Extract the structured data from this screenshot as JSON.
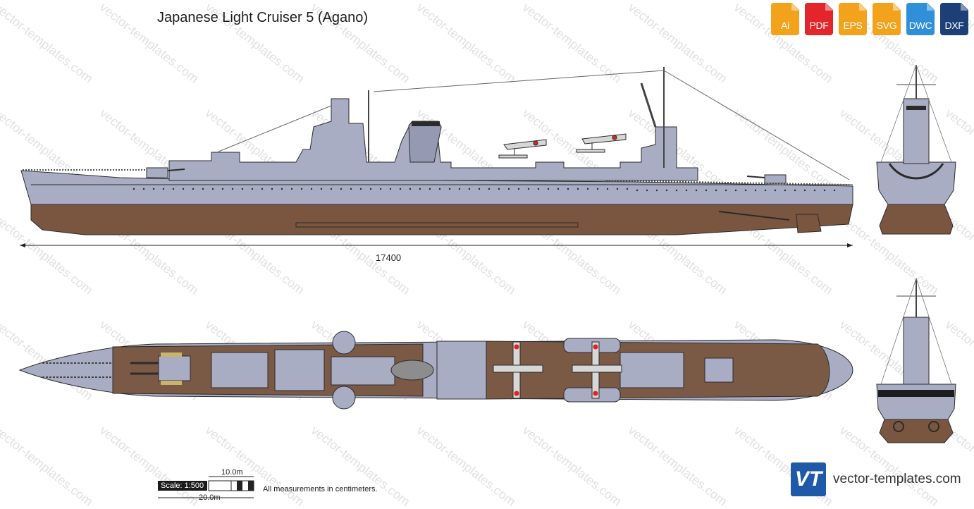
{
  "title": "Japanese Light Cruiser 5 (Agano)",
  "formats": [
    {
      "label": "Ai",
      "color": "#f2a21b",
      "icon": "ai-file-icon"
    },
    {
      "label": "PDF",
      "color": "#e4252b",
      "icon": "pdf-file-icon"
    },
    {
      "label": "EPS",
      "color": "#f2a21b",
      "icon": "eps-file-icon"
    },
    {
      "label": "SVG",
      "color": "#f2a21b",
      "icon": "svg-file-icon"
    },
    {
      "label": "DWC",
      "color": "#2f8fd8",
      "icon": "dwc-file-icon"
    },
    {
      "label": "DXF",
      "color": "#1c3f78",
      "icon": "dxf-file-icon"
    }
  ],
  "dimension": "17400",
  "scale": {
    "label": "Scale: 1:500",
    "top": "10.0m",
    "bottom": "20.0m"
  },
  "note": "All measurements in centimeters.",
  "brand": {
    "logo": "VT",
    "text": "vector-templates.com"
  },
  "watermark": "vector-templates.com",
  "colors": {
    "hull": "#a9adc4",
    "waterline": "#7a5640",
    "deck": "#7b5a45",
    "outline": "#2b2b2b"
  }
}
